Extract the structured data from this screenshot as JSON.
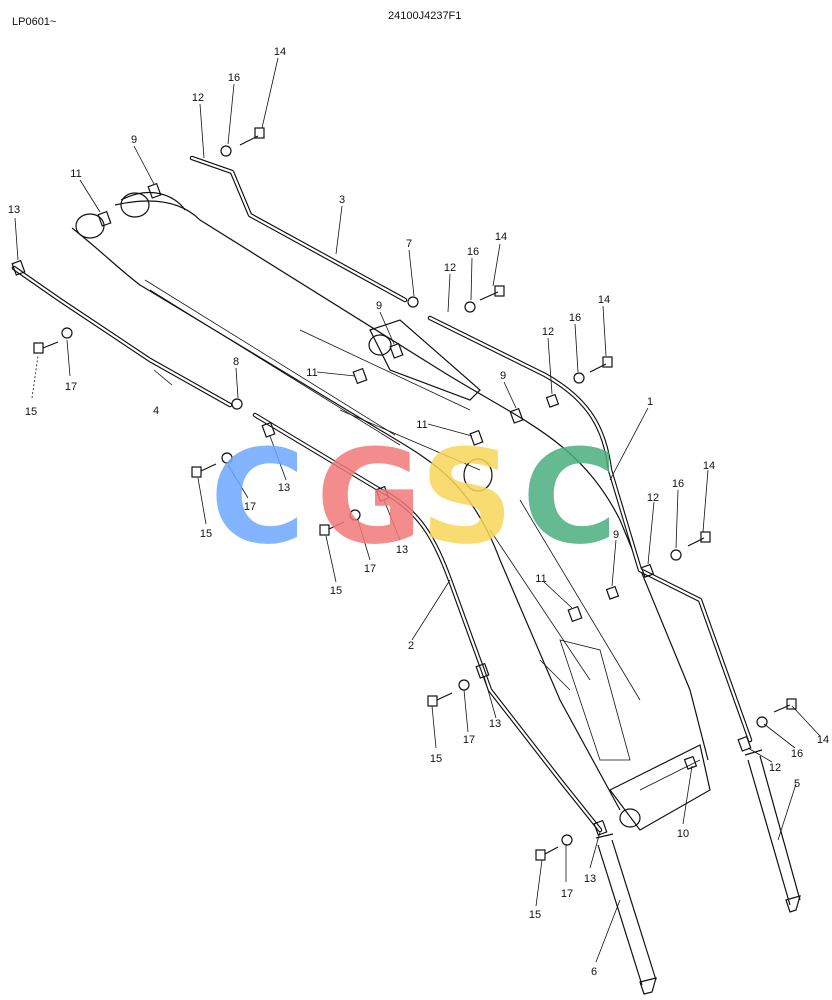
{
  "header": {
    "serial": "LP0601~",
    "drawing_no": "24100J4237F1"
  },
  "watermark": {
    "letters": [
      "C",
      "G",
      "S",
      "C"
    ],
    "colors": [
      "#6ea8ff",
      "#f27878",
      "#f7d75a",
      "#4cae7e"
    ]
  },
  "callouts": [
    "14",
    "16",
    "12",
    "9",
    "11",
    "13",
    "3",
    "7",
    "16",
    "14",
    "12",
    "9",
    "14",
    "16",
    "12",
    "9",
    "1",
    "8",
    "11",
    "11",
    "4",
    "17",
    "15",
    "17",
    "15",
    "13",
    "13",
    "17",
    "15",
    "16",
    "14",
    "12",
    "9",
    "2",
    "11",
    "15",
    "17",
    "13",
    "14",
    "16",
    "12",
    "5",
    "10",
    "15",
    "17",
    "13",
    "6"
  ]
}
